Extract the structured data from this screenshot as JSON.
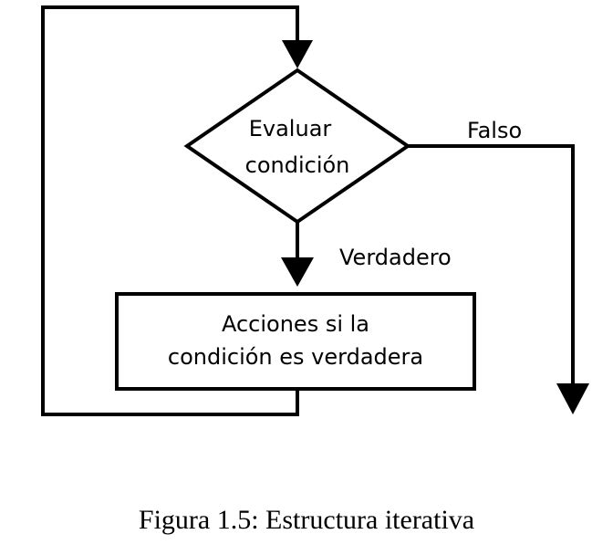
{
  "diagram": {
    "decision_line1": "Evaluar",
    "decision_line2": "condición",
    "false_label": "Falso",
    "true_label": "Verdadero",
    "action_line1": "Acciones si la",
    "action_line2": "condición es verdadera"
  },
  "caption": "Figura 1.5: Estructura iterativa",
  "colors": {
    "stroke": "#000000",
    "background": "#ffffff"
  }
}
